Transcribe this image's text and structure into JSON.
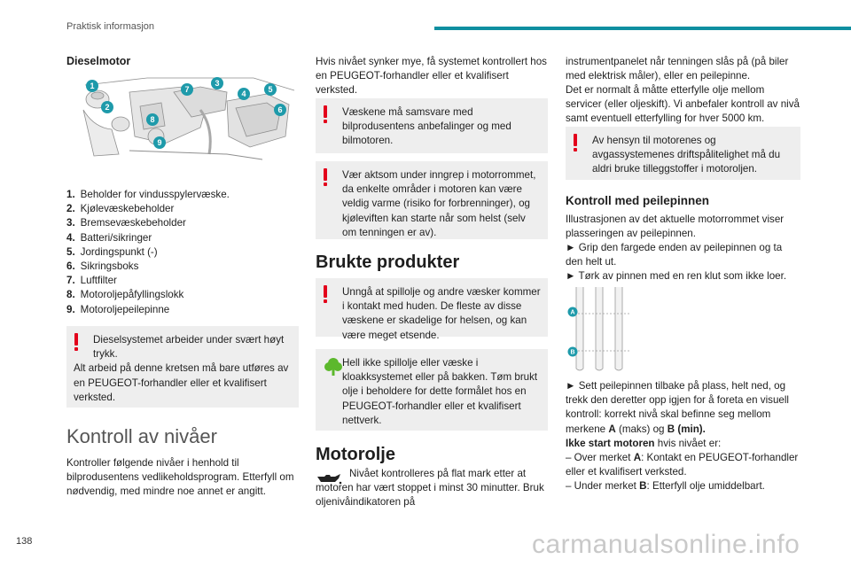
{
  "header": {
    "title": "Praktisk informasjon",
    "page_number": "138"
  },
  "watermark": "carmanualsonline.info",
  "col1": {
    "heading": "Dieselmotor",
    "callouts": [
      "1",
      "2",
      "3",
      "4",
      "5",
      "6",
      "7",
      "8",
      "9"
    ],
    "items": [
      {
        "num": "1.",
        "text": "Beholder for vindusspylervæske."
      },
      {
        "num": "2.",
        "text": "Kjølevæskebeholder"
      },
      {
        "num": "3.",
        "text": "Bremsevæskebeholder"
      },
      {
        "num": "4.",
        "text": "Batteri/sikringer"
      },
      {
        "num": "5.",
        "text": "Jordingspunkt (-)"
      },
      {
        "num": "6.",
        "text": "Sikringsboks"
      },
      {
        "num": "7.",
        "text": "Luftfilter"
      },
      {
        "num": "8.",
        "text": "Motoroljepåfyllingslokk"
      },
      {
        "num": "9.",
        "text": "Motoroljepeilepinne"
      }
    ],
    "warning_first": "Dieselsystemet arbeider under svært høyt trykk.",
    "warning_rest": "Alt arbeid på denne kretsen må bare utføres av en PEUGEOT-forhandler eller et kvalifisert verksted.",
    "section_title": "Kontroll av nivåer",
    "section_text": "Kontroller følgende nivåer i henhold til bilprodusentens vedlikeholdsprogram. Etterfyll om nødvendig, med mindre noe annet er angitt."
  },
  "col2": {
    "intro": "Hvis nivået synker mye, få systemet kontrollert hos en PEUGEOT-forhandler eller et kvalifisert verksted.",
    "warn1_first": "Væskene må samsvare med bilprodusentens anbefalinger og med bilmotoren.",
    "warn2_first": "Vær aktsom under inngrep i motorrommet, da enkelte områder i motoren kan være veldig varme (risiko for forbrenninger), og kjøleviften kan starte når som helst (selv om tenningen er av).",
    "used_title": "Brukte produkter",
    "warn3": "Unngå at spillolje og andre væsker kommer i kontakt med huden. De fleste av disse væskene er skadelige for helsen, og kan være meget etsende.",
    "env": "Hell ikke spillolje eller væske i kloakksystemet eller på bakken. Tøm brukt olje i beholdere for dette formålet hos en PEUGEOT-forhandler eller et kvalifisert nettverk.",
    "oil_title": "Motorolje",
    "oil_text": "Nivået kontrolleres på flat mark etter at motoren har vært stoppet i minst 30 minutter. Bruk oljenivåindikatoren på"
  },
  "col3": {
    "intro1": "instrumentpanelet når tenningen slås på (på biler med elektrisk måler), eller en peilepinne.",
    "intro2": "Det er normalt å måtte etterfylle olje mellom servicer (eller oljeskift). Vi anbefaler kontroll av nivå samt eventuell etterfylling for hver 5000 km.",
    "warn": "Av hensyn til motorenes og avgassystemenes driftspålitelighet må du aldri bruke tilleggstoffer i motoroljen.",
    "dip_title": "Kontroll med peilepinnen",
    "dip_intro": "Illustrasjonen av det aktuelle motorrommet viser plasseringen av peilepinnen.",
    "step1": "► Grip den fargede enden av peilepinnen og ta den helt ut.",
    "step2": "► Tørk av pinnen med en ren klut som ikke loer.",
    "marker_a": "A",
    "marker_b": "B",
    "step3": "► Sett peilepinnen tilbake på plass, helt ned, og trekk den deretter opp igjen for å foreta en visuell kontroll: korrekt nivå skal befinne seg mellom merkene",
    "step3_a": "A",
    "step3_mid": "(maks) og",
    "step3_b": "B (min).",
    "no_start": "Ikke start motoren",
    "no_start_rest": "hvis nivået er:",
    "over": "– Over merket",
    "over_a": "A",
    "over_rest": ": Kontakt en PEUGEOT-forhandler eller et kvalifisert verksted.",
    "under": "– Under merket",
    "under_b": "B",
    "under_rest": ": Etterfyll olje umiddelbart."
  },
  "colors": {
    "accent": "#0f8fa0",
    "warning": "#e3001b",
    "env": "#5cb82d",
    "box": "#eeeeee",
    "callout": "#1e9aaa"
  }
}
